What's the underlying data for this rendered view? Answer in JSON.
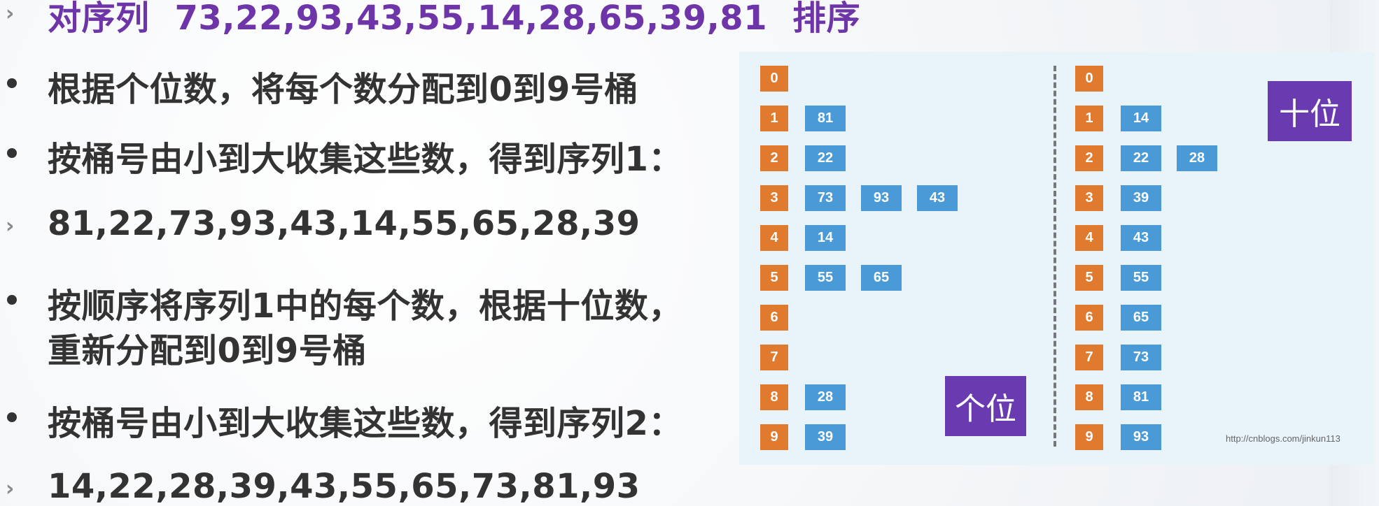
{
  "title": {
    "prefix": "对序列",
    "sequence": "73,22,93,43,55,14,28,65,39,81",
    "suffix": "排序"
  },
  "steps": {
    "step1": "根据个位数，将每个数分配到0到9号桶",
    "step2": "按桶号由小到大收集这些数，得到序列1：",
    "seq1": "81,22,73,93,43,14,55,65,28,39",
    "step3_line1": "按顺序将序列1中的每个数，根据十位数，",
    "step3_line2": "重新分配到0到9号桶",
    "step4": "按桶号由小到大收集这些数，得到序列2：",
    "seq2": "14,22,28,39,43,55,65,73,81,93"
  },
  "diagram": {
    "ones_label": "个位",
    "tens_label": "十位",
    "watermark": "http://cnblogs.com/jinkun113",
    "bucket_labels": [
      "0",
      "1",
      "2",
      "3",
      "4",
      "5",
      "6",
      "7",
      "8",
      "9"
    ],
    "ones_buckets": [
      [],
      [
        "81"
      ],
      [
        "22"
      ],
      [
        "73",
        "93",
        "43"
      ],
      [
        "14"
      ],
      [
        "55",
        "65"
      ],
      [],
      [],
      [
        "28"
      ],
      [
        "39"
      ]
    ],
    "tens_buckets": [
      [],
      [
        "14"
      ],
      [
        "22",
        "28"
      ],
      [
        "39"
      ],
      [
        "43"
      ],
      [
        "55"
      ],
      [
        "65"
      ],
      [
        "73"
      ],
      [
        "81"
      ],
      [
        "93"
      ]
    ],
    "colors": {
      "bucket": "#e07a2e",
      "number": "#4a9ad8",
      "label": "#6a3ab1",
      "title": "#6e35a8"
    }
  }
}
